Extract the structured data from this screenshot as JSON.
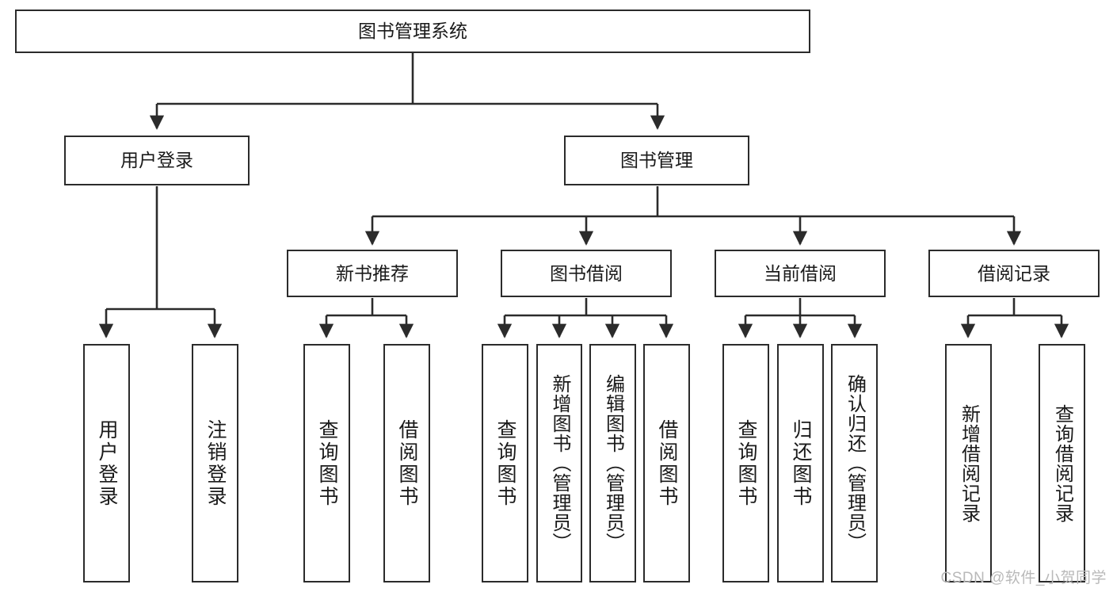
{
  "diagram": {
    "type": "tree",
    "title": "图书管理系统",
    "root": {
      "id": "root",
      "label": "图书管理系统",
      "orientation": "horizontal"
    },
    "level2": [
      {
        "id": "user-login",
        "label": "用户登录",
        "orientation": "horizontal"
      },
      {
        "id": "book-manage",
        "label": "图书管理",
        "orientation": "horizontal"
      }
    ],
    "level3": [
      {
        "id": "new-book-recommend",
        "label": "新书推荐",
        "orientation": "horizontal",
        "parent": "book-manage"
      },
      {
        "id": "book-borrow",
        "label": "图书借阅",
        "orientation": "horizontal",
        "parent": "book-manage"
      },
      {
        "id": "current-borrow",
        "label": "当前借阅",
        "orientation": "horizontal",
        "parent": "book-manage"
      },
      {
        "id": "borrow-record",
        "label": "借阅记录",
        "orientation": "horizontal",
        "parent": "book-manage"
      }
    ],
    "leaves": [
      {
        "id": "leaf-user-login",
        "label": "用户登录",
        "parent": "user-login",
        "orientation": "vertical"
      },
      {
        "id": "leaf-logout-login",
        "label": "注销登录",
        "parent": "user-login",
        "orientation": "vertical"
      },
      {
        "id": "leaf-query-book-1",
        "label": "查询图书",
        "parent": "new-book-recommend",
        "orientation": "vertical"
      },
      {
        "id": "leaf-borrow-book-1",
        "label": "借阅图书",
        "parent": "new-book-recommend",
        "orientation": "vertical"
      },
      {
        "id": "leaf-query-book-2",
        "label": "查询图书",
        "parent": "book-borrow",
        "orientation": "vertical"
      },
      {
        "id": "leaf-add-book",
        "label": "新增图书（管理员）",
        "parent": "book-borrow",
        "orientation": "vertical"
      },
      {
        "id": "leaf-edit-book",
        "label": "编辑图书（管理员）",
        "parent": "book-borrow",
        "orientation": "vertical"
      },
      {
        "id": "leaf-borrow-book-2",
        "label": "借阅图书",
        "parent": "book-borrow",
        "orientation": "vertical"
      },
      {
        "id": "leaf-query-book-3",
        "label": "查询图书",
        "parent": "current-borrow",
        "orientation": "vertical"
      },
      {
        "id": "leaf-return-book",
        "label": "归还图书",
        "parent": "current-borrow",
        "orientation": "vertical"
      },
      {
        "id": "leaf-confirm-return",
        "label": "确认归还（管理员）",
        "parent": "current-borrow",
        "orientation": "vertical"
      },
      {
        "id": "leaf-add-borrow-record",
        "label": "新增借阅记录",
        "parent": "borrow-record",
        "orientation": "vertical"
      },
      {
        "id": "leaf-query-borrow-record",
        "label": "查询借阅记录",
        "parent": "borrow-record",
        "orientation": "vertical"
      }
    ],
    "colors": {
      "border": "#2b2b2b",
      "background": "#ffffff",
      "text": "#1a1a1a",
      "edge": "#2b2b2b",
      "watermark": "#b9b9b9"
    }
  },
  "watermark": {
    "text": "CSDN @软件_小贺同学"
  }
}
